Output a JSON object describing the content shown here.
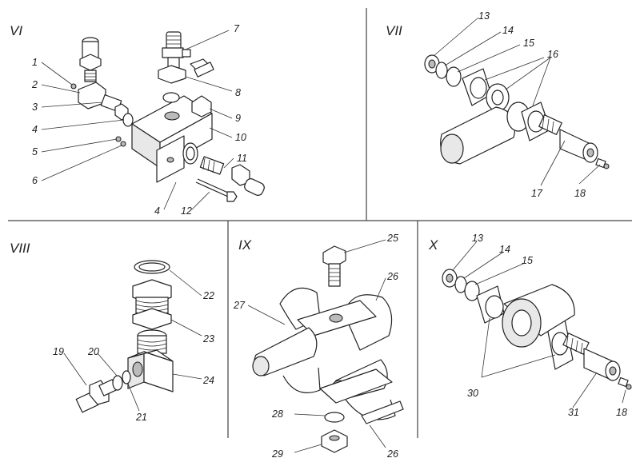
{
  "panels": {
    "vi": {
      "title": "VI",
      "labels": [
        "1",
        "2",
        "3",
        "4",
        "5",
        "6",
        "7",
        "8",
        "9",
        "10",
        "11",
        "4",
        "12"
      ]
    },
    "vii": {
      "title": "VII",
      "labels": [
        "13",
        "14",
        "15",
        "16",
        "17",
        "18"
      ]
    },
    "viii": {
      "title": "VIII",
      "labels": [
        "19",
        "20",
        "21",
        "22",
        "23",
        "24"
      ]
    },
    "ix": {
      "title": "IX",
      "labels": [
        "25",
        "26",
        "27",
        "28",
        "29",
        "26"
      ]
    },
    "x": {
      "title": "X",
      "labels": [
        "13",
        "14",
        "15",
        "30",
        "31",
        "18"
      ]
    }
  }
}
